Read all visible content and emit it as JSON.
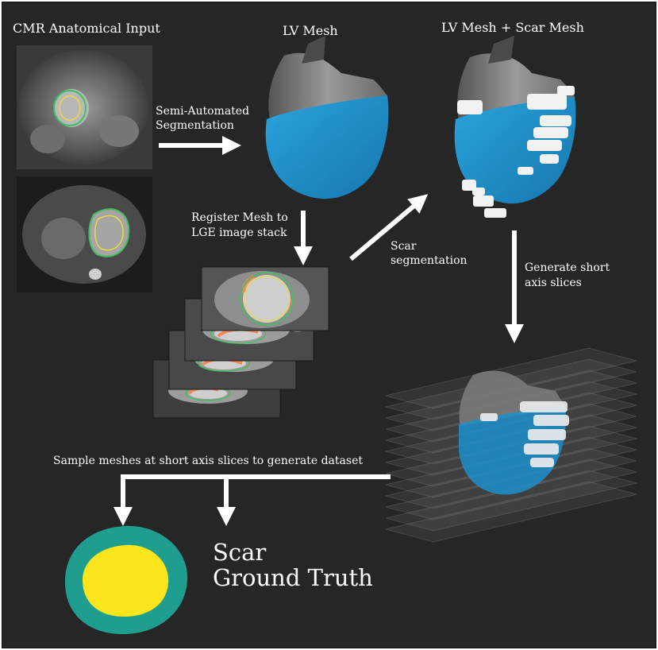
{
  "labels": {
    "cmr_input": "CMR Anatomical Input",
    "lv_mesh": "LV Mesh",
    "lv_scar_mesh": "LV Mesh + Scar Mesh",
    "semi_auto_1": "Semi-Automated",
    "semi_auto_2": "Segmentation",
    "register_1": "Register Mesh to",
    "register_2": "LGE image stack",
    "scar_seg_1": "Scar",
    "scar_seg_2": "segmentation",
    "generate_1": "Generate short",
    "generate_2": "axis slices",
    "sample": "Sample meshes at short axis slices to generate dataset",
    "gt_1": "Scar",
    "gt_2": "Ground Truth"
  },
  "colors": {
    "background": "#262626",
    "mesh_blue": "#1d8fcb",
    "mesh_gray": "#8a8a8a",
    "scar_white": "#f2f2f2",
    "myocardium_teal": "#1f9e90",
    "blood_pool_yellow": "#fbe51c",
    "lge_scar_orange": "#f08a5b",
    "contour_green": "#3fbf5f",
    "contour_yellow": "#e8d84a",
    "arrow": "#ffffff"
  }
}
